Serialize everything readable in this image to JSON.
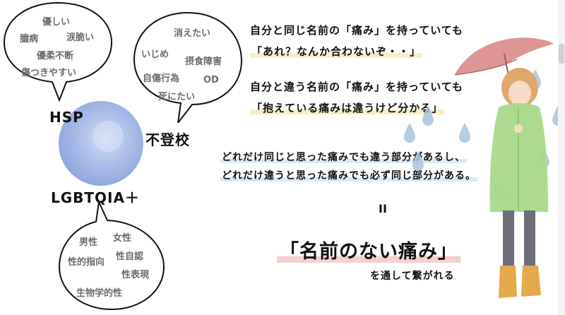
{
  "bubbles": {
    "hsp": {
      "words": [
        "優しい",
        "臆病",
        "涙脆い",
        "優柔不断",
        "傷つきやすい"
      ],
      "label": "HSP"
    },
    "futoko": {
      "words": [
        "消えたい",
        "いじめ",
        "摂食障害",
        "自傷行為",
        "OD",
        "死にたい"
      ],
      "label": "不登校"
    },
    "lgbt": {
      "words": [
        "男性",
        "女性",
        "性的指向",
        "性自認",
        "性表現",
        "生物学的性"
      ],
      "label": "LGBTQIA＋"
    }
  },
  "text": {
    "line1": "自分と同じ名前の「痛み」を持っていても",
    "line2": "「あれ？なんか合わないぞ・・」",
    "line3": "自分と違う名前の「痛み」を持っていても",
    "line4": "「抱えている痛みは違うけど分かる」",
    "line5": "どれだけ同じと思った痛みでも違う部分があるし、",
    "line6": "どれだけ違うと思った痛みでも必ず同じ部分がある。",
    "equals": "II",
    "headline": "「名前のない痛み」",
    "subline": "を通して繋がれる"
  },
  "colors": {
    "circle": "#8fa8e0",
    "highlight_yellow": "#fbeec0",
    "highlight_blue": "#dbe9f3",
    "highlight_pink": "#f6cfd3",
    "umbrella": "#d98a8a",
    "coat": "#a8d98a",
    "raindrop": "#a9c4dd"
  }
}
